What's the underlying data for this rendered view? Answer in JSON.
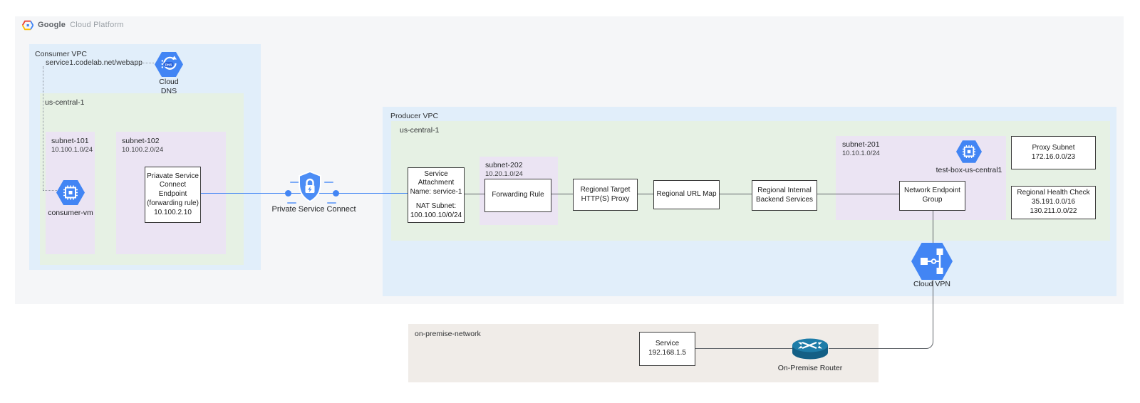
{
  "brand": {
    "google": "Google",
    "suffix": "Cloud Platform"
  },
  "colors": {
    "canvas_bg": "#F5F6F8",
    "vpc_blue_bg": "#E1EEFA",
    "region_green_bg": "#E6F1E4",
    "subnet_purple_bg": "#EBE4F3",
    "on_premise_bg": "#F0ECE8",
    "gcp_blue": "#4285F4",
    "connector_gray": "#5F6368",
    "router_teal": "#135F85"
  },
  "icons": {
    "logo": "google-cloud-logo-icon",
    "cloud_dns": "cloud-dns-icon",
    "consumer_vm": "compute-engine-icon",
    "psc": "private-service-connect-shield-icon",
    "test_box": "compute-engine-icon",
    "cloud_vpn": "cloud-vpn-icon",
    "router": "on-premise-router-icon"
  },
  "consumer_vpc": {
    "title": "Consumer VPC",
    "dns_record": "service1.codelab.net/webapp",
    "cloud_dns": {
      "badge": "DNS",
      "label_line1": "Cloud",
      "label_line2": "DNS"
    },
    "region": {
      "title": "us-central-1"
    },
    "subnet_101": {
      "name": "subnet-101",
      "cidr": "10.100.1.0/24"
    },
    "consumer_vm_label": "consumer-vm",
    "subnet_102": {
      "name": "subnet-102",
      "cidr": "10.100.2.0/24"
    },
    "psc_endpoint": {
      "line1": "Priavate Service",
      "line2": "Connect Endpoint",
      "line3": "(forwarding rule)",
      "line4": "10.100.2.10"
    }
  },
  "psc": {
    "label": "Private Service Connect"
  },
  "producer_vpc": {
    "title": "Producer VPC",
    "region": {
      "title": "us-central-1"
    },
    "service_attachment": {
      "line1": "Service",
      "line2": "Attachment",
      "line3": "Name: service-1",
      "line4": "NAT Subnet:",
      "line5": "100.100.10/0/24"
    },
    "subnet_202": {
      "name": "subnet-202",
      "cidr": "10.20.1.0/24"
    },
    "forwarding_rule": {
      "line1": "Forwarding Rule"
    },
    "regional_target_proxy": {
      "line1": "Regional Target",
      "line2": "HTTP(S) Proxy"
    },
    "regional_url_map": {
      "line1": "Regional URL Map"
    },
    "regional_backend_services": {
      "line1": "Regional Internal",
      "line2": "Backend Services"
    },
    "subnet_201": {
      "name": "subnet-201",
      "cidr": "10.10.1.0/24"
    },
    "network_endpoint_group": {
      "line1": "Network Endpoint",
      "line2": "Group"
    },
    "test_box_label": "test-box-us-central1",
    "proxy_subnet": {
      "line1": "Proxy Subnet",
      "line2": "172.16.0.0/23"
    },
    "regional_health_check": {
      "line1": "Regional Health Check",
      "line2": "35.191.0.0/16",
      "line3": "130.211.0.0/22"
    }
  },
  "cloud_vpn_label": "Cloud VPN",
  "on_premise": {
    "title": "on-premise-network",
    "service": {
      "line1": "Service",
      "line2": "192.168.1.5"
    },
    "router_label": "On-Premise Router"
  }
}
